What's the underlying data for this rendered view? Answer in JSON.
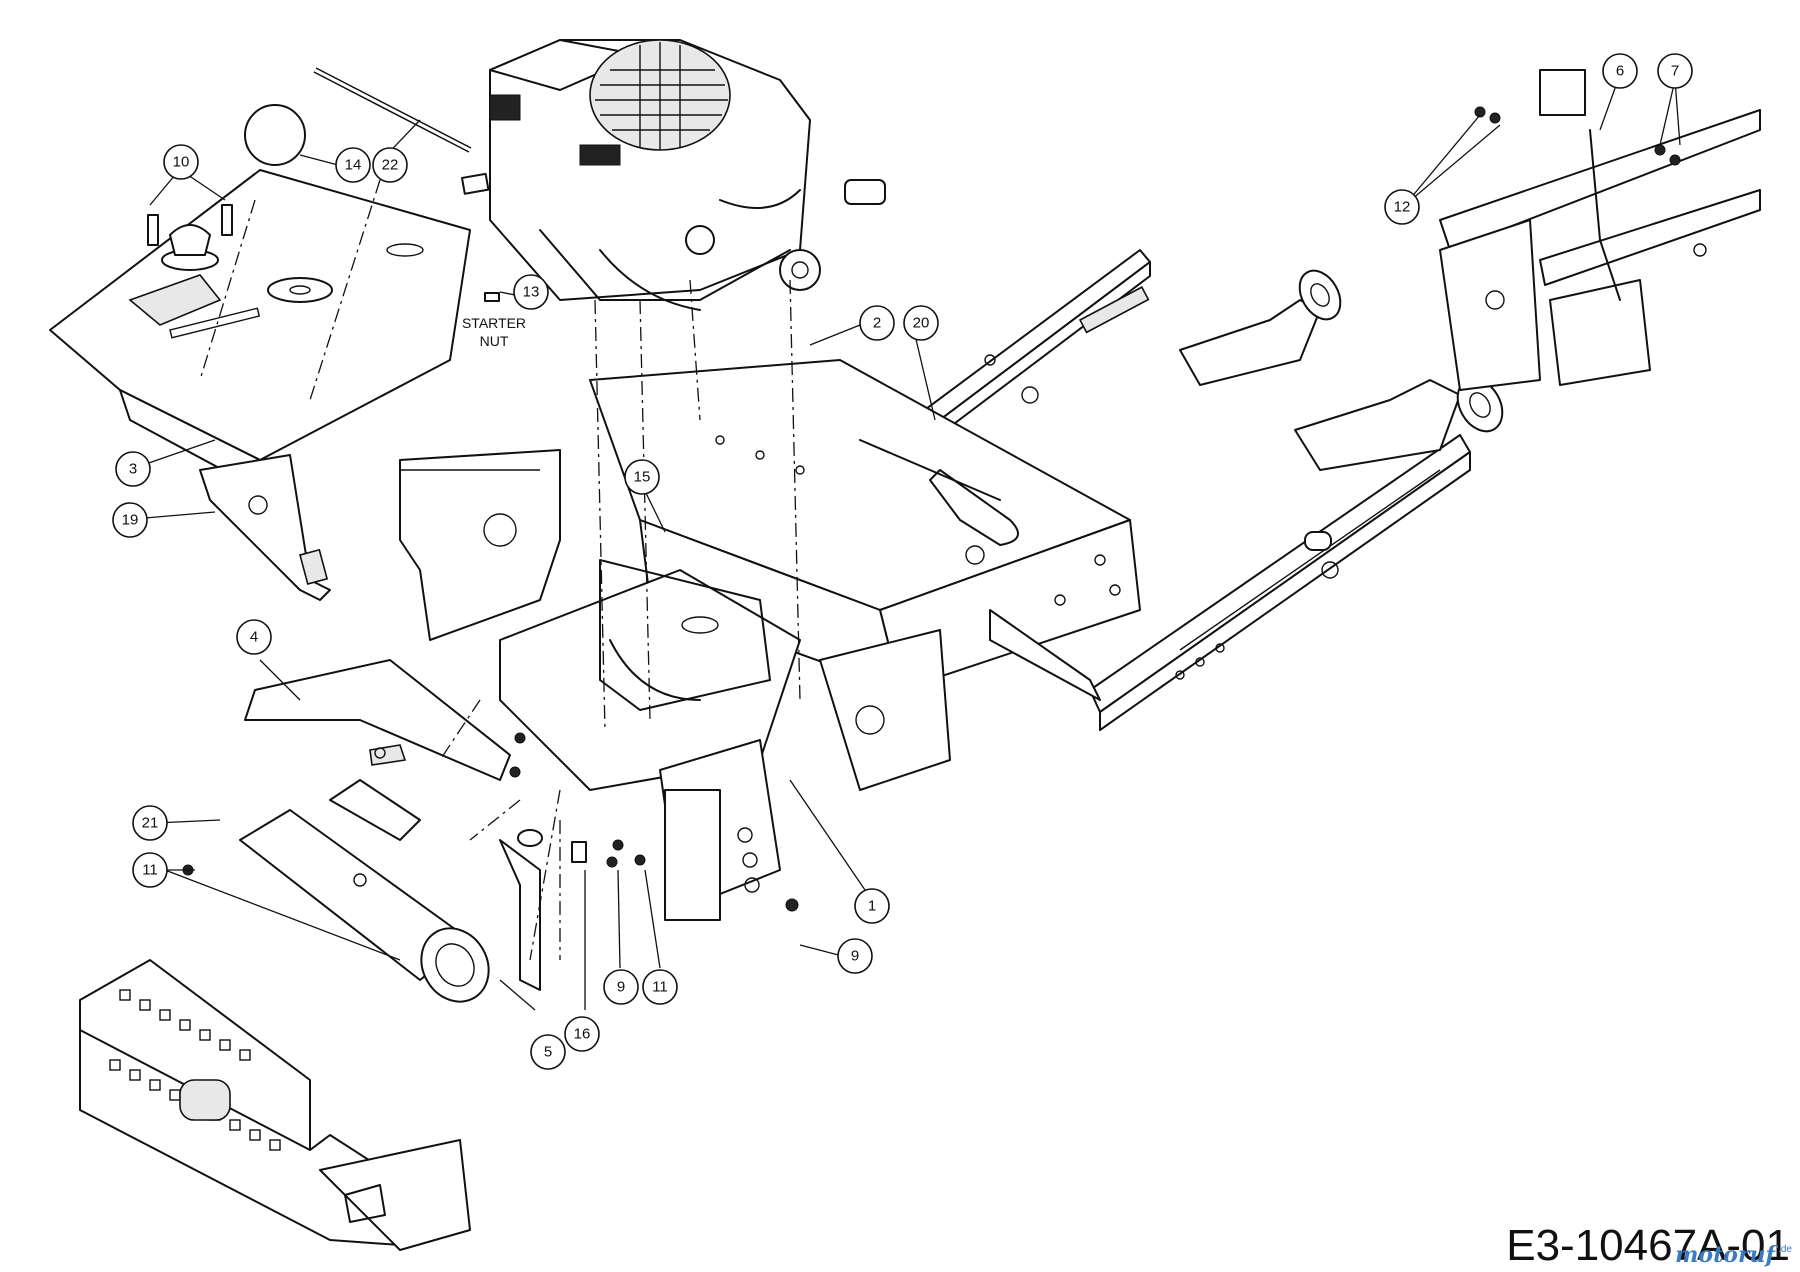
{
  "diagram": {
    "drawing_code": "E3-10467A-01",
    "watermark": "motoruf",
    "watermark_suffix": ".de",
    "notes": {
      "starter_nut_line1": "STARTER",
      "starter_nut_line2": "NUT"
    },
    "callouts": [
      {
        "label": "1"
      },
      {
        "label": "2"
      },
      {
        "label": "3"
      },
      {
        "label": "4"
      },
      {
        "label": "5"
      },
      {
        "label": "6"
      },
      {
        "label": "7"
      },
      {
        "label": "9"
      },
      {
        "label": "9"
      },
      {
        "label": "10"
      },
      {
        "label": "11"
      },
      {
        "label": "11"
      },
      {
        "label": "12"
      },
      {
        "label": "13"
      },
      {
        "label": "14"
      },
      {
        "label": "15"
      },
      {
        "label": "16"
      },
      {
        "label": "19"
      },
      {
        "label": "20"
      },
      {
        "label": "21"
      },
      {
        "label": "22"
      }
    ]
  }
}
